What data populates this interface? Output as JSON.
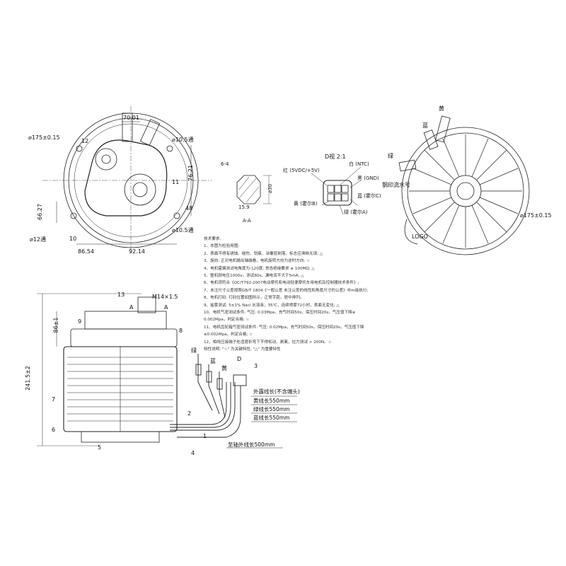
{
  "front_view": {
    "dims": {
      "d175": "⌀175±0.15",
      "w70": "70.01",
      "d10_5_top": "⌀10.5通",
      "h76": "76.21",
      "h48": "48",
      "h66": "66.27",
      "d12": "⌀12通",
      "d10_5_bot": "⌀10.5通",
      "w86": "86.54",
      "w92": "92.14"
    },
    "callouts": [
      "12",
      "11",
      "10"
    ]
  },
  "section_aa": {
    "dim_width": "6-4",
    "dim_dia": "⌀30",
    "dim_len": "15.9",
    "label": "A-A"
  },
  "connector_view": {
    "title": "D视 2:1",
    "pins": [
      "红 (5VDC/+5V)",
      "白 (NTC)",
      "黑 (GND)",
      "蓝 (霍尔C)",
      "黄 (霍尔B)",
      "绿 (霍尔A)"
    ]
  },
  "rear_view": {
    "labels": [
      "黄",
      "蓝",
      "绿",
      "钢印流水号",
      "⌀175±0.15",
      "LOGO"
    ]
  },
  "requirements": {
    "title": "技术要求:",
    "items": [
      "1、本图为检验用图;",
      "2、表面不得有锈蚀、碰伤、划痕、涂覆层剥落，标志应清晰无误; △",
      "3、旋向: 正对电机输出轴端看，电机旋转方向为逆时方向; ☆",
      "4、电机霍偏测试电角度为-120度; 常态绝缘要求 ≥ 100MΩ; △",
      "5、整机耐电压1000v，测试60s，漏电流不大于5mA; △",
      "6、电机须符合《QC/T792-2007电动摩托和电动轻便摩托车用电机及控制器技术条件》;",
      "7、未注尺寸公差按照GB/T 1804《一般公差 未注公差的线性和角度尺寸的公差》中m级执行;",
      "8、电机打码: 打码位置如图所示，正常字距，居中排列。",
      "9、盐雾测试: 5±1% Nacl 水溶液，35℃，连续喷雾72小时，表面无变化; △",
      "10、电机气密测试条件: 气压: 0.03Mpa，充气时间50s，保压时间20s，气压值下降≤",
      "0.002Mpa，判定合格; ☆",
      "11、电机齿轮箱气密测试条件: 气压: 0.02Mpa，充气时间50s，保压时间20s，气压值下降",
      "≤0.002Mpa，判定合格; ☆",
      "12、相线压接端子处适度折弯下不得松动、剥离，拉力测试 > 200N。☆",
      "特性说明: \"☆\" 为关键特性, \"△\" 为重要特性"
    ]
  },
  "side_view": {
    "dims": {
      "m14": "M14×1.5",
      "h86": "86±1",
      "h241": "241.5±2",
      "section": "A",
      "section2": "A"
    },
    "callouts": [
      "13",
      "9",
      "8",
      "7",
      "6",
      "5",
      "4",
      "3",
      "2",
      "1"
    ],
    "wire_labels": [
      "绿",
      "蓝",
      "黄",
      "D"
    ]
  },
  "wire_lengths": {
    "header": "外露线长(不含端头)",
    "items": [
      "黄线长550mm",
      "绿线长550mm",
      "蓝线长550mm"
    ],
    "shaft": "至轴外线长500mm"
  }
}
